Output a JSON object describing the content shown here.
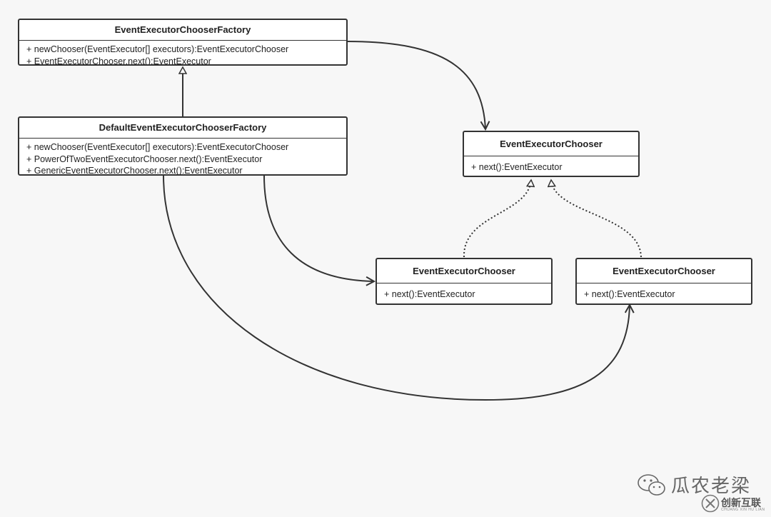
{
  "boxes": {
    "factory": {
      "title": "EventExecutorChooserFactory",
      "methods": [
        "+ newChooser(EventExecutor[] executors):EventExecutorChooser",
        "+ EventExecutorChooser.next():EventExecutor"
      ]
    },
    "default_factory": {
      "title": "DefaultEventExecutorChooserFactory",
      "methods": [
        "+ newChooser(EventExecutor[] executors):EventExecutorChooser",
        "+ PowerOfTwoEventExecutorChooser.next():EventExecutor",
        "+ GenericEventExecutorChooser.next():EventExecutor"
      ]
    },
    "chooser": {
      "title": "EventExecutorChooser",
      "methods": [
        "+ next():EventExecutor"
      ]
    },
    "chooser_left": {
      "title": "EventExecutorChooser",
      "methods": [
        "+ next():EventExecutor"
      ]
    },
    "chooser_right": {
      "title": "EventExecutorChooser",
      "methods": [
        "+ next():EventExecutor"
      ]
    }
  },
  "watermark": {
    "text": "瓜农老梁",
    "logo_text": "创新互联",
    "logo_sub": "CHUANG XIN HU LIAN"
  }
}
